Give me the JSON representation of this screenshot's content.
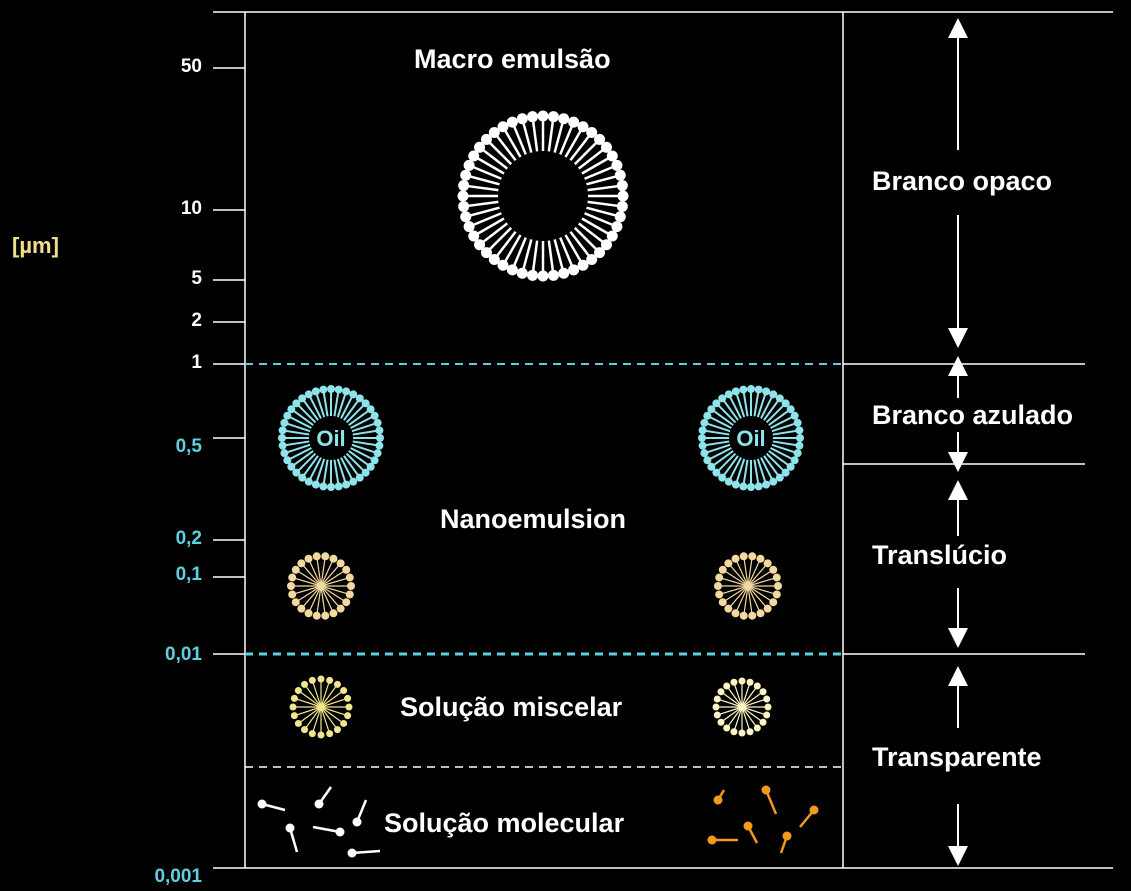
{
  "unit_label": "[µm]",
  "scale_ticks": [
    {
      "label": "50",
      "color": "#ffffff"
    },
    {
      "label": "10",
      "color": "#ffffff"
    },
    {
      "label": "5",
      "color": "#ffffff"
    },
    {
      "label": "2",
      "color": "#ffffff"
    },
    {
      "label": "1",
      "color": "#ffffff"
    },
    {
      "label": "0,5",
      "color": "#5fd0e0"
    },
    {
      "label": "0,2",
      "color": "#5fd0e0"
    },
    {
      "label": "0,1",
      "color": "#5fd0e0"
    },
    {
      "label": "0,01",
      "color": "#5fd0e0"
    },
    {
      "label": "0,001",
      "color": "#5fd0e0"
    }
  ],
  "regions": {
    "macro": "Macro emulsão",
    "nano": "Nanoemulsion",
    "micellar": "Solução miscelar",
    "molecular": "Solução molecular"
  },
  "appearances": {
    "opaque": "Branco opaco",
    "bluish": "Branco azulado",
    "translucent": "Translúcio",
    "transparent": "Transparente"
  },
  "oil_label": "Oil",
  "colors": {
    "background": "#000000",
    "line": "#ffffff",
    "dashed_cyan": "#5fd0e0",
    "nano_droplet": "#8fe3ea",
    "micelle_small": "#f3d9a0",
    "micelle_miscelar": "#f0e68c",
    "molecule_orange": "#f39a1e",
    "unit_label": "#f0e08a"
  }
}
